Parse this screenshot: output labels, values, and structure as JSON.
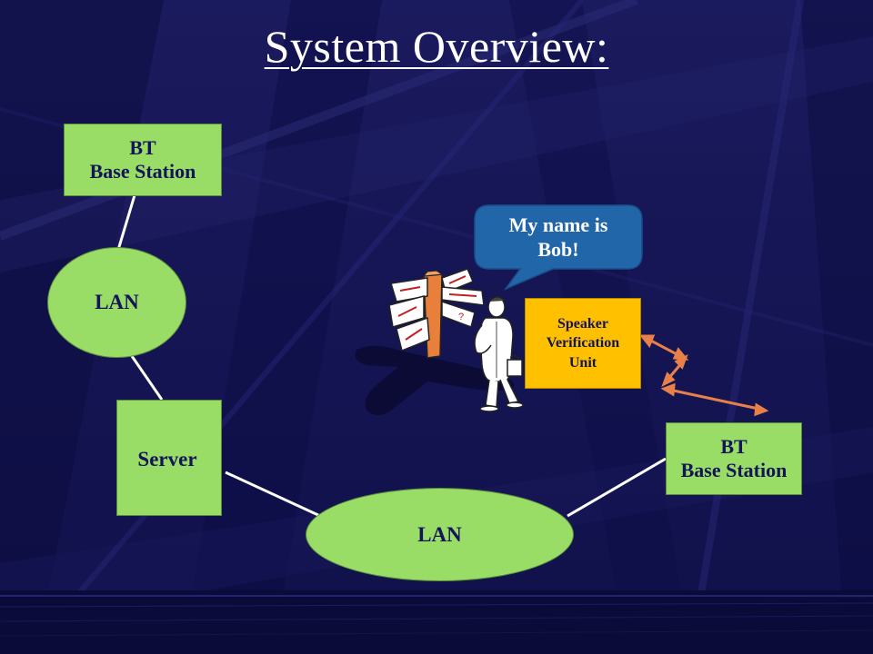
{
  "slide": {
    "title": "System Overview:",
    "bt_base_station_top": {
      "line1": "BT",
      "line2": "Base Station"
    },
    "lan_top": {
      "label": "LAN"
    },
    "server": {
      "label": "Server"
    },
    "lan_bottom": {
      "label": "LAN"
    },
    "bt_base_station_right": {
      "line1": "BT",
      "line2": "Base Station"
    },
    "speech_bubble": {
      "line1": "My name is",
      "line2": "Bob!"
    },
    "speaker_verification_unit": {
      "line1": "Speaker",
      "line2": "Verification",
      "line3": "Unit"
    },
    "signpost_mark": "?"
  },
  "colors": {
    "background": "#0a0a3c",
    "node_fill": "#99dd66",
    "svu_fill": "#ffc000",
    "bubble_fill": "#2266aa",
    "link_line": "#ffffff",
    "wireless_arrow": "#e8804a",
    "label_text": "#14145a"
  },
  "icons": [
    "signpost-icon",
    "businessman-icon",
    "speech-bubble-icon",
    "wireless-link-arrow-icon"
  ]
}
